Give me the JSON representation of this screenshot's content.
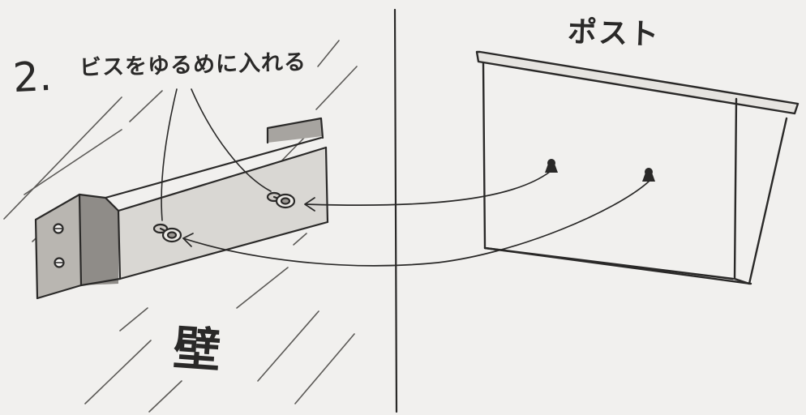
{
  "step_number": "2.",
  "instruction": "ビスをゆるめに入れる",
  "post_label": "ポスト",
  "wall_label": "壁",
  "colors": {
    "paper": "#f1f0ee",
    "pencil": "#2a2928",
    "pencil_light": "#6b6966",
    "shade": "#8f8c88"
  }
}
